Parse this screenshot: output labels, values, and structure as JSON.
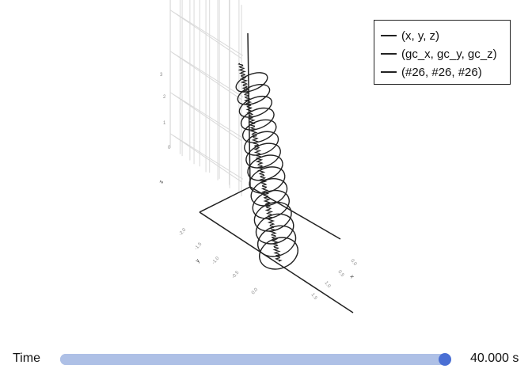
{
  "legend": {
    "items": [
      {
        "label": "(x, y, z)",
        "color": "#222222"
      },
      {
        "label": "(gc_x, gc_y, gc_z)",
        "color": "#222222"
      },
      {
        "label": "(#26, #26, #26)",
        "color": "#222222"
      }
    ]
  },
  "axes": {
    "x_label": "x",
    "y_label": "y",
    "z_label": "z",
    "x_ticks": [
      "0.0",
      "0.5",
      "1.0",
      "1.5"
    ],
    "y_ticks": [
      "0.0",
      "-0.5",
      "-1.0",
      "-1.5",
      "-2.0"
    ],
    "z_ticks": [
      "0",
      "1",
      "2",
      "3"
    ]
  },
  "slider": {
    "label": "Time",
    "value_text": "40.000 s",
    "fraction": 0.995,
    "track_color": "#aec0e6",
    "knob_color": "#4a6fd4"
  },
  "colors": {
    "line": "#222222",
    "grid": "#d9d9d9",
    "tick_text": "#888888"
  }
}
